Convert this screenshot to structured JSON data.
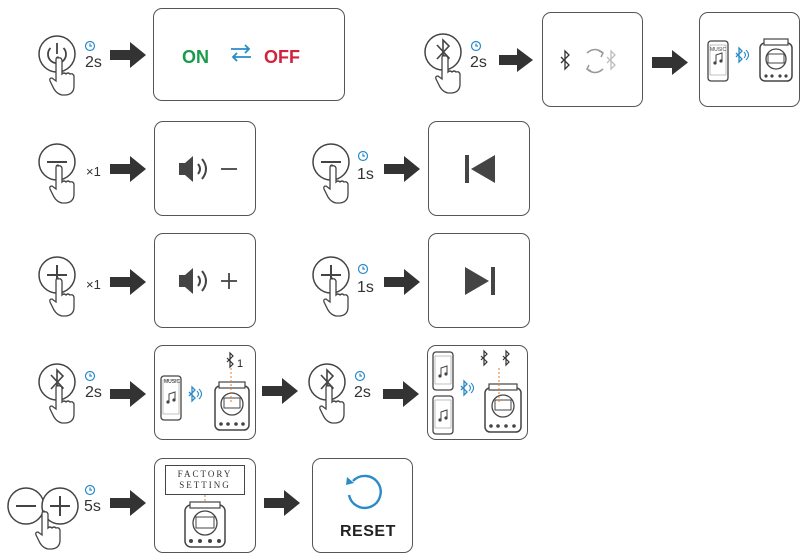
{
  "colors": {
    "stroke": "#444444",
    "arrow": "#333333",
    "on": "#1a9b4b",
    "off": "#d2233d",
    "accent_blue": "#2a8bc9",
    "bt_blue": "#2a8bc9",
    "light_gray": "#bdbdbd"
  },
  "icons": {
    "power": "power-icon",
    "bluetooth": "bluetooth-icon",
    "minus": "minus-icon",
    "plus": "plus-icon",
    "clock": "clock-icon",
    "hand": "pointing-hand-icon",
    "arrow": "right-arrow-icon",
    "speaker": "speaker-icon",
    "prev": "previous-track-icon",
    "next": "next-track-icon",
    "phone": "phone-icon",
    "device": "radio-device-icon",
    "reset": "reset-icon"
  },
  "rows": {
    "power": {
      "duration": "2s",
      "on_label": "ON",
      "off_label": "OFF"
    },
    "pairing": {
      "duration": "2s"
    },
    "volume_down": {
      "count": "×1"
    },
    "prev_track": {
      "duration": "1s"
    },
    "volume_up": {
      "count": "×1"
    },
    "next_track": {
      "duration": "1s"
    },
    "multi_pair": {
      "duration_a": "2s",
      "duration_b": "2s",
      "bt_index": "1",
      "phone_label": "MUSIC"
    },
    "factory": {
      "duration": "5s",
      "panel_line1": "FACTORY",
      "panel_line2": "SETTING",
      "reset_label": "RESET"
    }
  },
  "phone_label_top": "MUSIC"
}
